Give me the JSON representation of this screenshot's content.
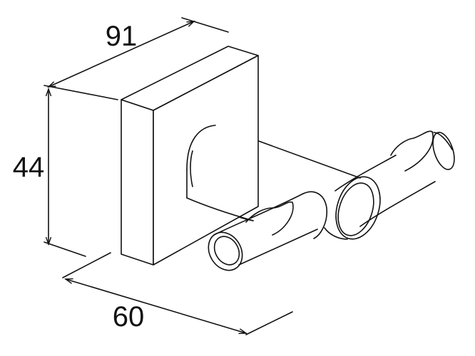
{
  "dimensions": {
    "width": "91",
    "height": "44",
    "depth": "60"
  },
  "colors": {
    "line": "#111111",
    "background": "#ffffff"
  }
}
